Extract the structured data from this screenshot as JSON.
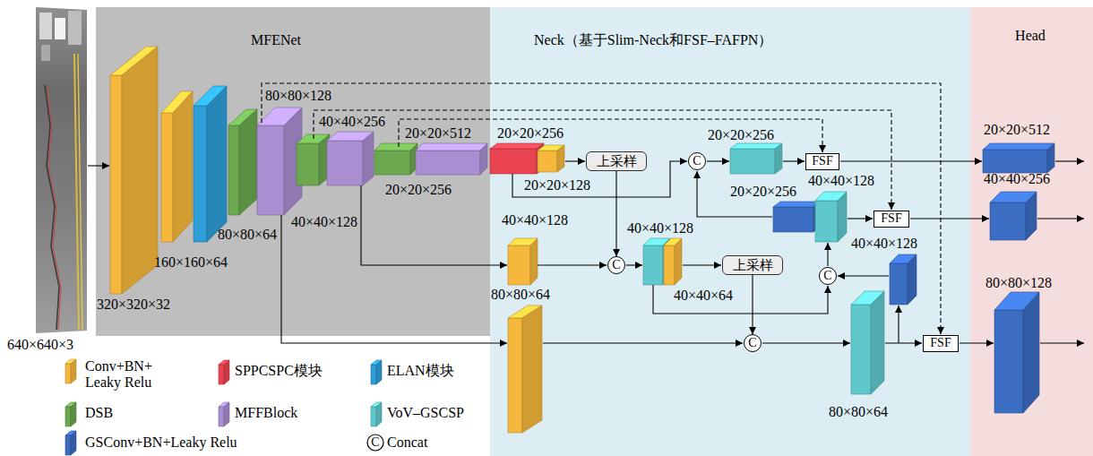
{
  "diagram": {
    "nodes": [
      {
        "text": [
          "MFENet"
        ]
      },
      {
        "text": [
          "Neck（基于Slim-Neck和FSF–FAFPN）"
        ]
      },
      {
        "text": [
          "上采样"
        ],
        "in": 1
      },
      {
        "text": [
          "C"
        ],
        "in": 1
      },
      {
        "text": [
          "FSF"
        ],
        "in": 1
      },
      {
        "text": [
          "FSF"
        ],
        "in": 1
      },
      {
        "text": [
          "C"
        ],
        "in": 1
      },
      {
        "text": [
          "上采样"
        ],
        "in": 1
      },
      {
        "text": [
          "C"
        ],
        "in": 1
      },
      {
        "text": [
          "C"
        ],
        "in": 1
      },
      {
        "text": [
          "FSF"
        ],
        "in": 1
      },
      {
        "text": [
          "Head"
        ]
      }
    ],
    "edges": [
      {
        "from": 2,
        "to": 6,
        "arrow": "to"
      },
      {
        "from": 7,
        "to": 9,
        "arrow": "to"
      }
    ],
    "labels": [
      "640×640×3",
      "320×320×32",
      "160×160×64",
      "80×80×64",
      "80×80×128",
      "40×40×256",
      "40×40×128",
      "20×20×512",
      "20×20×256",
      "20×20×256",
      "20×20×128",
      "40×40×128",
      "80×80×64",
      "20×20×256",
      "40×40×128",
      "20×20×256",
      "40×40×128",
      "40×40×128",
      "40×40×64",
      "80×80×64",
      "20×20×512",
      "40×40×256",
      "80×80×128",
      "C"
    ],
    "legend": [
      {
        "text": "Conv+BN+ Leaky Relu",
        "color": "#F5B83C"
      },
      {
        "text": "SPPCSPC模块",
        "color": "#E8434F"
      },
      {
        "text": "ELAN模块",
        "color": "#2D9ED8"
      },
      {
        "text": "DSB",
        "color": "#6BA84F"
      },
      {
        "text": "MFFBlock",
        "color": "#A98ED1"
      },
      {
        "text": "VoV–GSCSP",
        "color": "#5FC8CB"
      },
      {
        "text": "GSConv+BN+Leaky Relu",
        "color": "#3B6DC3"
      },
      {
        "text": "Concat"
      }
    ]
  }
}
